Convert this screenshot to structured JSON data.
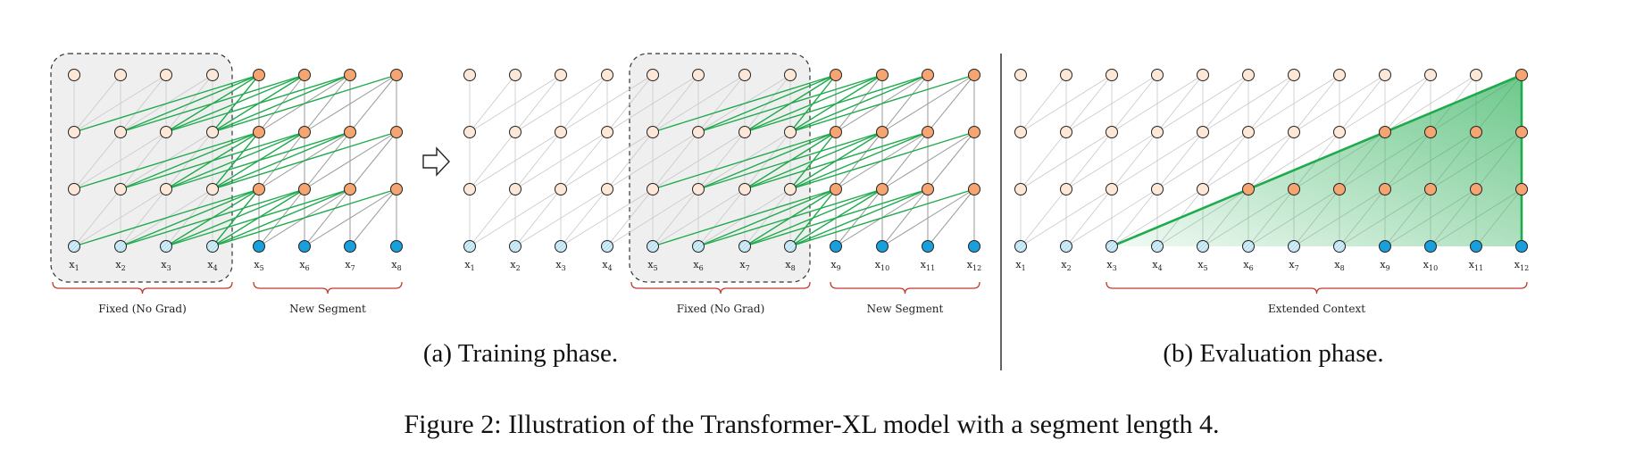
{
  "training": {
    "tokens_1": [
      "x1",
      "x2",
      "x3",
      "x4",
      "x5",
      "x6",
      "x7",
      "x8"
    ],
    "tokens_2": [
      "x1",
      "x2",
      "x3",
      "x4",
      "x5",
      "x6",
      "x7",
      "x8",
      "x9",
      "x10",
      "x11",
      "x12"
    ],
    "fixed_label": "Fixed (No Grad)",
    "new_label": "New Segment",
    "caption": "(a) Training phase."
  },
  "evaluation": {
    "tokens": [
      "x1",
      "x2",
      "x3",
      "x4",
      "x5",
      "x6",
      "x7",
      "x8",
      "x9",
      "x10",
      "x11",
      "x12"
    ],
    "context_label": "Extended Context",
    "caption": "(b) Evaluation phase."
  },
  "figure_caption": "Figure 2: Illustration of the Transformer-XL model with a segment length 4.",
  "colors": {
    "node_light_fill": "#fde8d8",
    "node_dark_fill": "#f4a571",
    "node_input_light": "#bfe3f2",
    "node_input_dark": "#1a9fdd",
    "edge_grey": "#c8c8c8",
    "edge_green": "#1faa4d",
    "brace_red": "#c0392b",
    "shade": "#efefef"
  }
}
